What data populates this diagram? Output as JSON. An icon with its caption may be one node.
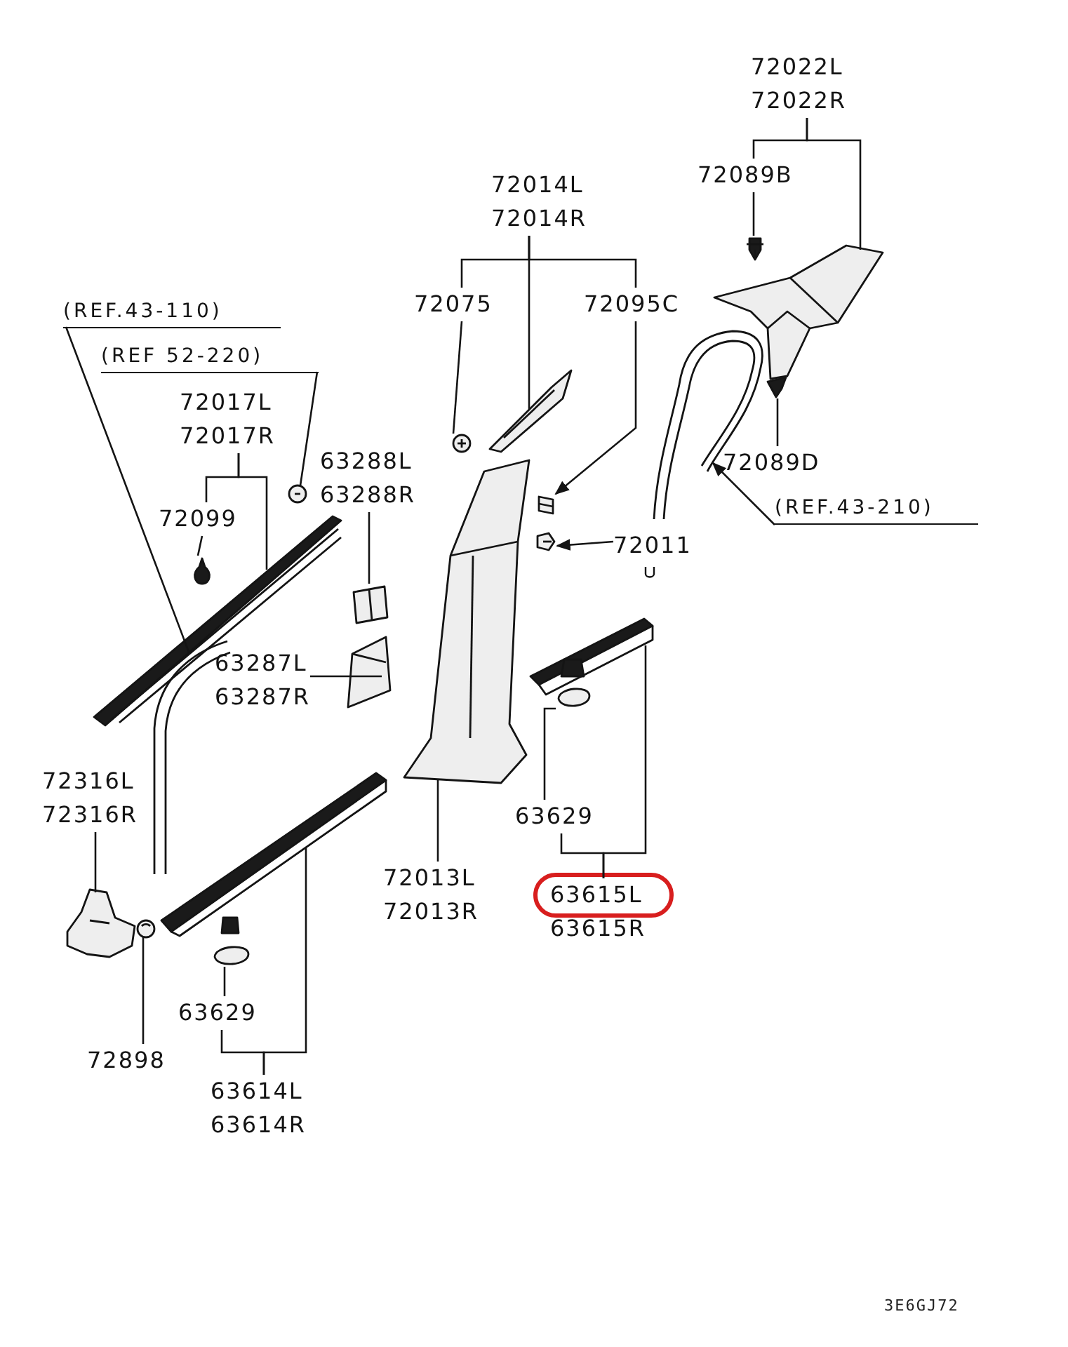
{
  "diagram": {
    "nodes": [
      {
        "text": [
          "72022L",
          "72022R"
        ]
      },
      {
        "text": [
          "72089B"
        ]
      },
      {
        "text": [
          "72014L",
          "72014R"
        ]
      },
      {
        "text": [
          "72075"
        ]
      },
      {
        "text": [
          "72095C"
        ]
      },
      {
        "text": [
          "(REF.43-110)"
        ]
      },
      {
        "text": [
          "(REF 52-220)"
        ]
      },
      {
        "text": [
          "72017L",
          "72017R"
        ]
      },
      {
        "text": [
          "72099"
        ]
      },
      {
        "text": [
          "63288L",
          "63288R"
        ]
      },
      {
        "text": [
          "72011"
        ]
      },
      {
        "text": [
          "72089D"
        ]
      },
      {
        "text": [
          "(REF.43-210)"
        ]
      },
      {
        "text": [
          "63287L",
          "63287R"
        ]
      },
      {
        "text": [
          "72316L",
          "72316R"
        ]
      },
      {
        "text": [
          "63629"
        ]
      },
      {
        "text": [
          "72013L",
          "72013R"
        ]
      },
      {
        "text": [
          "63615L",
          "63615R"
        ]
      },
      {
        "text": [
          "63629"
        ]
      },
      {
        "text": [
          "72898"
        ]
      },
      {
        "text": [
          "63614L",
          "63614R"
        ]
      },
      {
        "text": [],
        "shape": "picture"
      },
      {
        "text": [],
        "shape": "picture"
      },
      {
        "text": [],
        "shape": "picture"
      },
      {
        "text": [],
        "shape": "picture"
      },
      {
        "text": [],
        "shape": "picture"
      },
      {
        "text": [],
        "shape": "picture"
      },
      {
        "text": [],
        "shape": "picture"
      },
      {
        "text": [],
        "shape": "picture"
      },
      {
        "text": [],
        "shape": "picture"
      },
      {
        "text": [],
        "shape": "picture"
      },
      {
        "text": [],
        "shape": "picture"
      },
      {
        "text": [],
        "shape": "picture"
      },
      {
        "text": [],
        "shape": "picture"
      },
      {
        "text": [],
        "shape": "picture"
      },
      {
        "text": [],
        "shape": "picture"
      },
      {
        "text": [],
        "shape": "picture"
      },
      {
        "text": [],
        "shape": "picture"
      },
      {
        "text": [],
        "shape": "picture"
      },
      {
        "text": [],
        "shape": "picture"
      },
      {
        "text": [],
        "shape": "picture"
      },
      {
        "text": [],
        "shape": "picture"
      }
    ],
    "edges": [
      {
        "from": 0,
        "to": 1,
        "arrow": "none"
      },
      {
        "from": 0,
        "to": 21,
        "arrow": "none"
      },
      {
        "from": 1,
        "to": 22,
        "arrow": "none"
      },
      {
        "from": 2,
        "to": 3,
        "arrow": "none"
      },
      {
        "from": 2,
        "to": 25,
        "arrow": "none"
      },
      {
        "from": 2,
        "to": 4,
        "arrow": "none"
      },
      {
        "from": 3,
        "to": 26,
        "arrow": "none"
      },
      {
        "from": 4,
        "to": 27,
        "arrow": "to"
      },
      {
        "from": 10,
        "to": 28,
        "arrow": "to"
      },
      {
        "from": 11,
        "to": 23,
        "arrow": "none"
      },
      {
        "from": 12,
        "to": 24,
        "arrow": "to"
      },
      {
        "from": 5,
        "to": 32,
        "arrow": "none"
      },
      {
        "from": 6,
        "to": 31,
        "arrow": "none"
      },
      {
        "from": 7,
        "to": 8,
        "arrow": "none"
      },
      {
        "from": 7,
        "to": 29,
        "arrow": "none"
      },
      {
        "from": 8,
        "to": 30,
        "arrow": "none"
      },
      {
        "from": 9,
        "to": 33,
        "arrow": "none"
      },
      {
        "from": 13,
        "to": 34,
        "arrow": "none"
      },
      {
        "from": 16,
        "to": 35,
        "arrow": "none"
      },
      {
        "from": 14,
        "to": 40,
        "arrow": "none"
      },
      {
        "from": 15,
        "to": 37,
        "arrow": "none"
      },
      {
        "from": 17,
        "to": 15,
        "arrow": "none"
      },
      {
        "from": 17,
        "to": 36,
        "arrow": "none"
      },
      {
        "from": 18,
        "to": 39,
        "arrow": "none"
      },
      {
        "from": 20,
        "to": 18,
        "arrow": "none"
      },
      {
        "from": 20,
        "to": 38,
        "arrow": "none"
      },
      {
        "from": 19,
        "to": 41,
        "arrow": "none"
      }
    ],
    "labels": [
      "3E6GJ72"
    ]
  }
}
